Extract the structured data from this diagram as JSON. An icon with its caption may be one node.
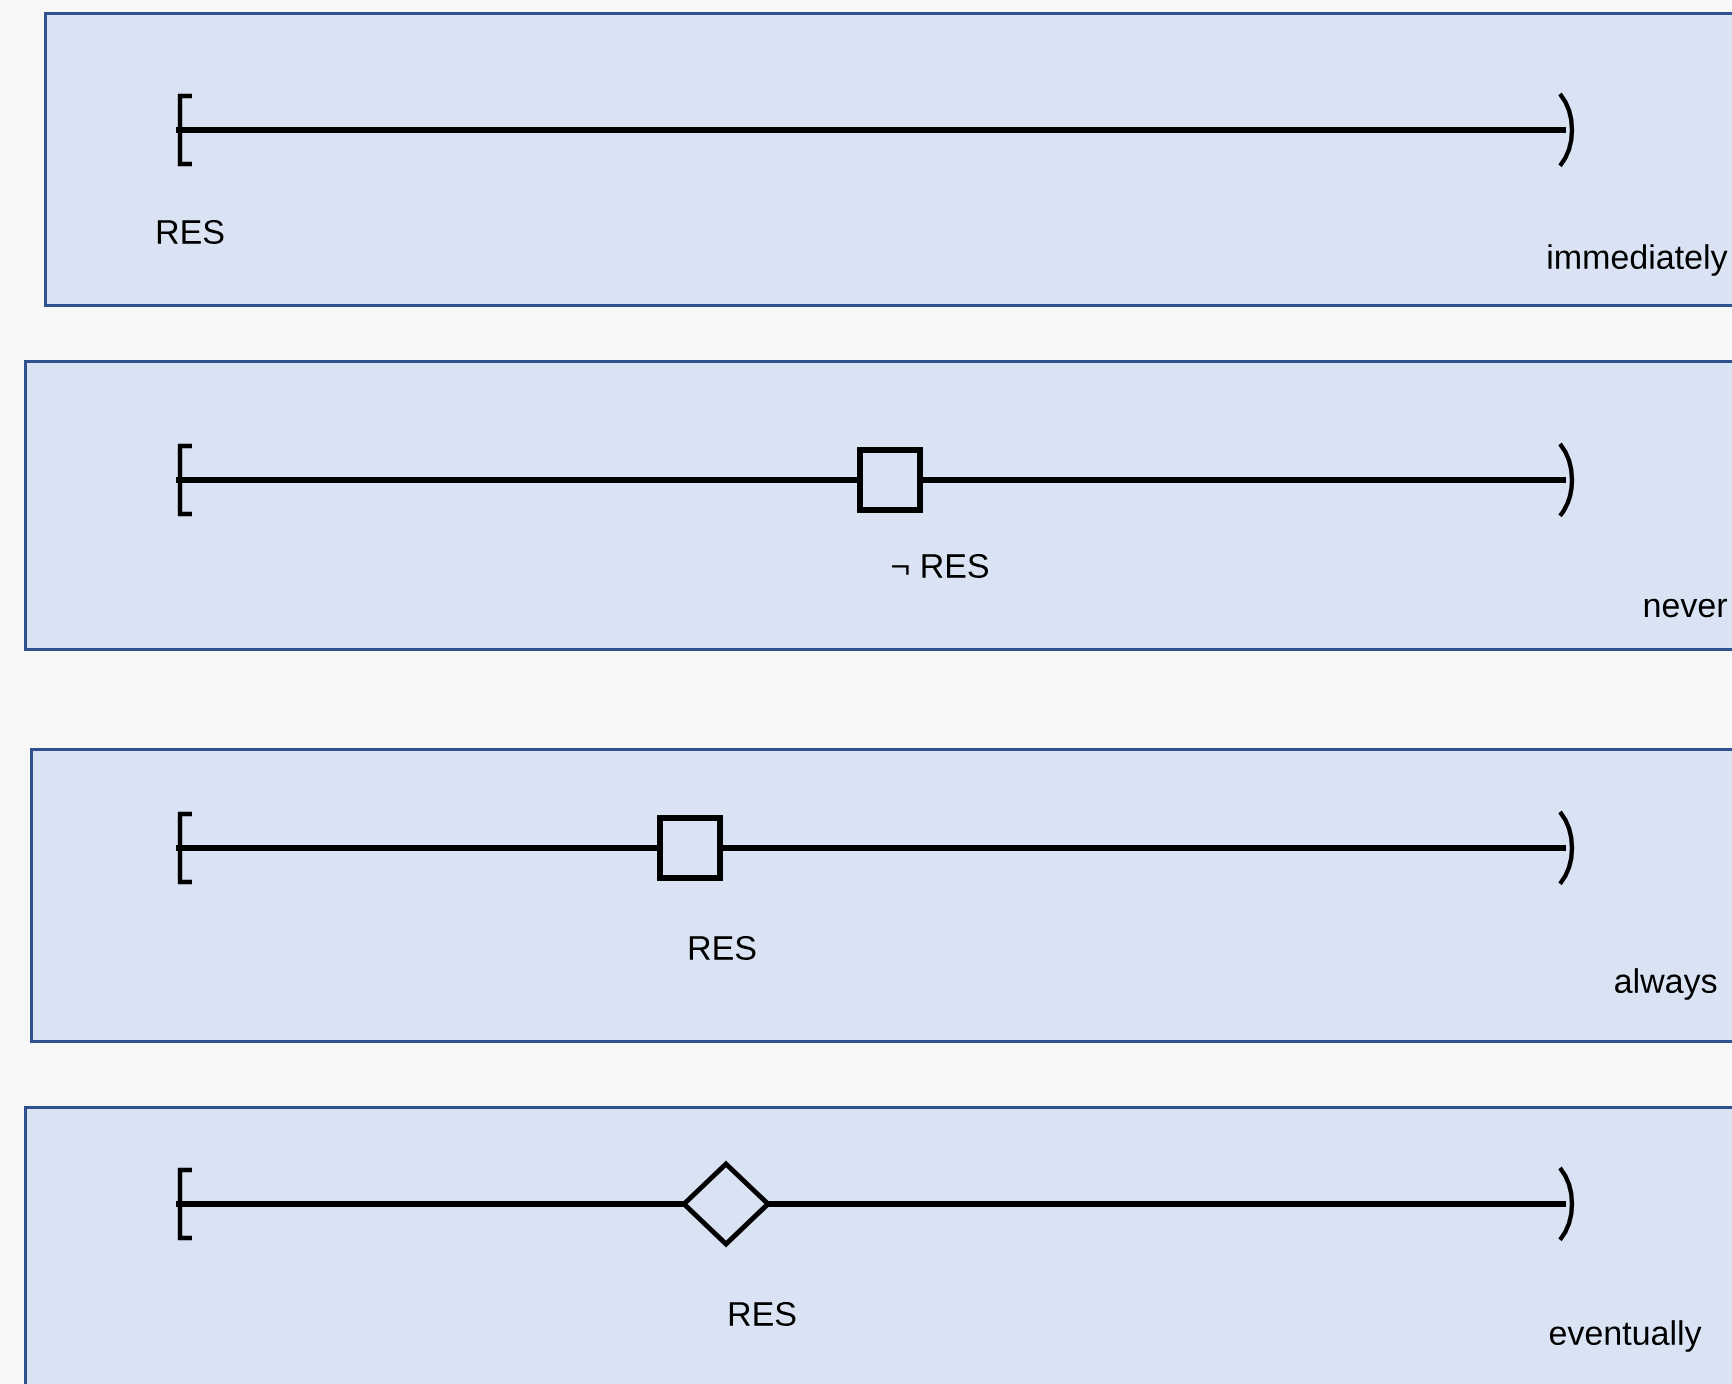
{
  "diagram": {
    "nodes": [
      {
        "text": [
          "RES",
          "immediately"
        ]
      },
      {
        "text": [
          "¬ RES",
          "never"
        ]
      },
      {
        "text": [
          "RES",
          "always"
        ]
      },
      {
        "text": [
          "RES",
          "eventually"
        ]
      }
    ]
  }
}
